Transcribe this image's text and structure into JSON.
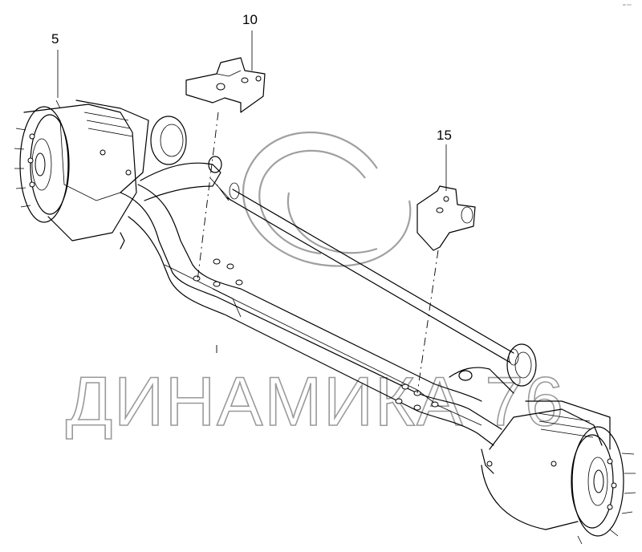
{
  "callouts": [
    {
      "id": "5",
      "label": "5"
    },
    {
      "id": "10",
      "label": "10"
    },
    {
      "id": "15",
      "label": "15"
    }
  ],
  "watermark": {
    "text": "ДИНАМИКА 76"
  },
  "corner_mark": {
    "text": "ᵃᵖ ᵒᵒᵒ"
  }
}
